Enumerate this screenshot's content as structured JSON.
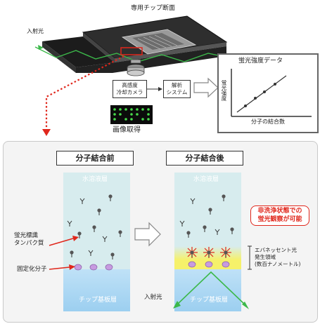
{
  "top": {
    "chip_title": "専用チップ断面",
    "incident_light": "入射光",
    "camera_label": "高感度\n冷却カメラ",
    "analysis_label": "解析\nシステム",
    "image_acquisition": "画像取得"
  },
  "graph": {
    "title": "蛍光強度データ",
    "ylabel": "蛍光強度",
    "xlabel": "分子の結合数"
  },
  "bottom": {
    "before_title": "分子結合前",
    "after_title": "分子結合後",
    "water_layer": "水溶液層",
    "chip_substrate": "チップ基板層",
    "labeled_protein": "蛍光標識\nタンパク質",
    "immobilized": "固定化分子",
    "callout": "非洗浄状態での\n蛍光観察が可能",
    "evanescent": "エバネッセント光\n発生領域\n(数百ナノメートル)",
    "incident_light": "入射光"
  },
  "colors": {
    "accent_red": "#e0271c",
    "green_light": "#3cb84a",
    "water": "#d7ecee",
    "substrate": "#a9d6f2",
    "evanescent": "#f6f16a",
    "molecule": "#c79be0"
  }
}
